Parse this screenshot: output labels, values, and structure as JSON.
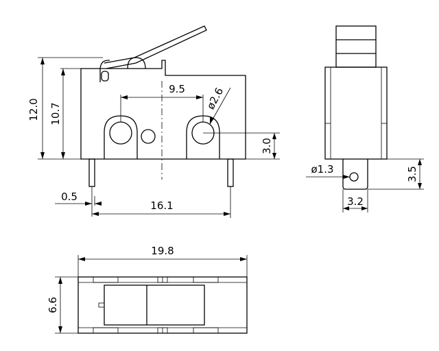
{
  "dimensions": {
    "height_12_0": "12.0",
    "height_10_7": "10.7",
    "hole_spacing_9_5": "9.5",
    "hole_diameter_2_6": "ø2.6",
    "hole_offset_3_0": "3.0",
    "terminal_0_5": "0.5",
    "terminal_span_16_1": "16.1",
    "length_19_8": "19.8",
    "width_6_6": "6.6",
    "side_hole_1_3": "ø1.3",
    "side_height_3_5": "3.5",
    "side_width_3_2": "3.2"
  }
}
